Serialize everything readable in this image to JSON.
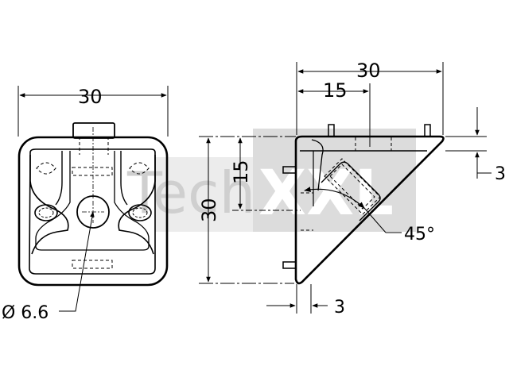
{
  "watermark": {
    "text_left": "Tech",
    "text_right": "XXL"
  },
  "front_view": {
    "width_dim": "30",
    "hole_dim": "Ø 6.6"
  },
  "side_view": {
    "width_dim": "30",
    "half_width_dim": "15",
    "height_dim": "30",
    "half_height_dim": "15",
    "angle_dim": "45°",
    "right_offset_dim": "3",
    "bottom_offset_dim": "3"
  },
  "colors": {
    "line": "#000000",
    "watermark_box": "#dcdcdc",
    "watermark_text": "#ffffff"
  }
}
